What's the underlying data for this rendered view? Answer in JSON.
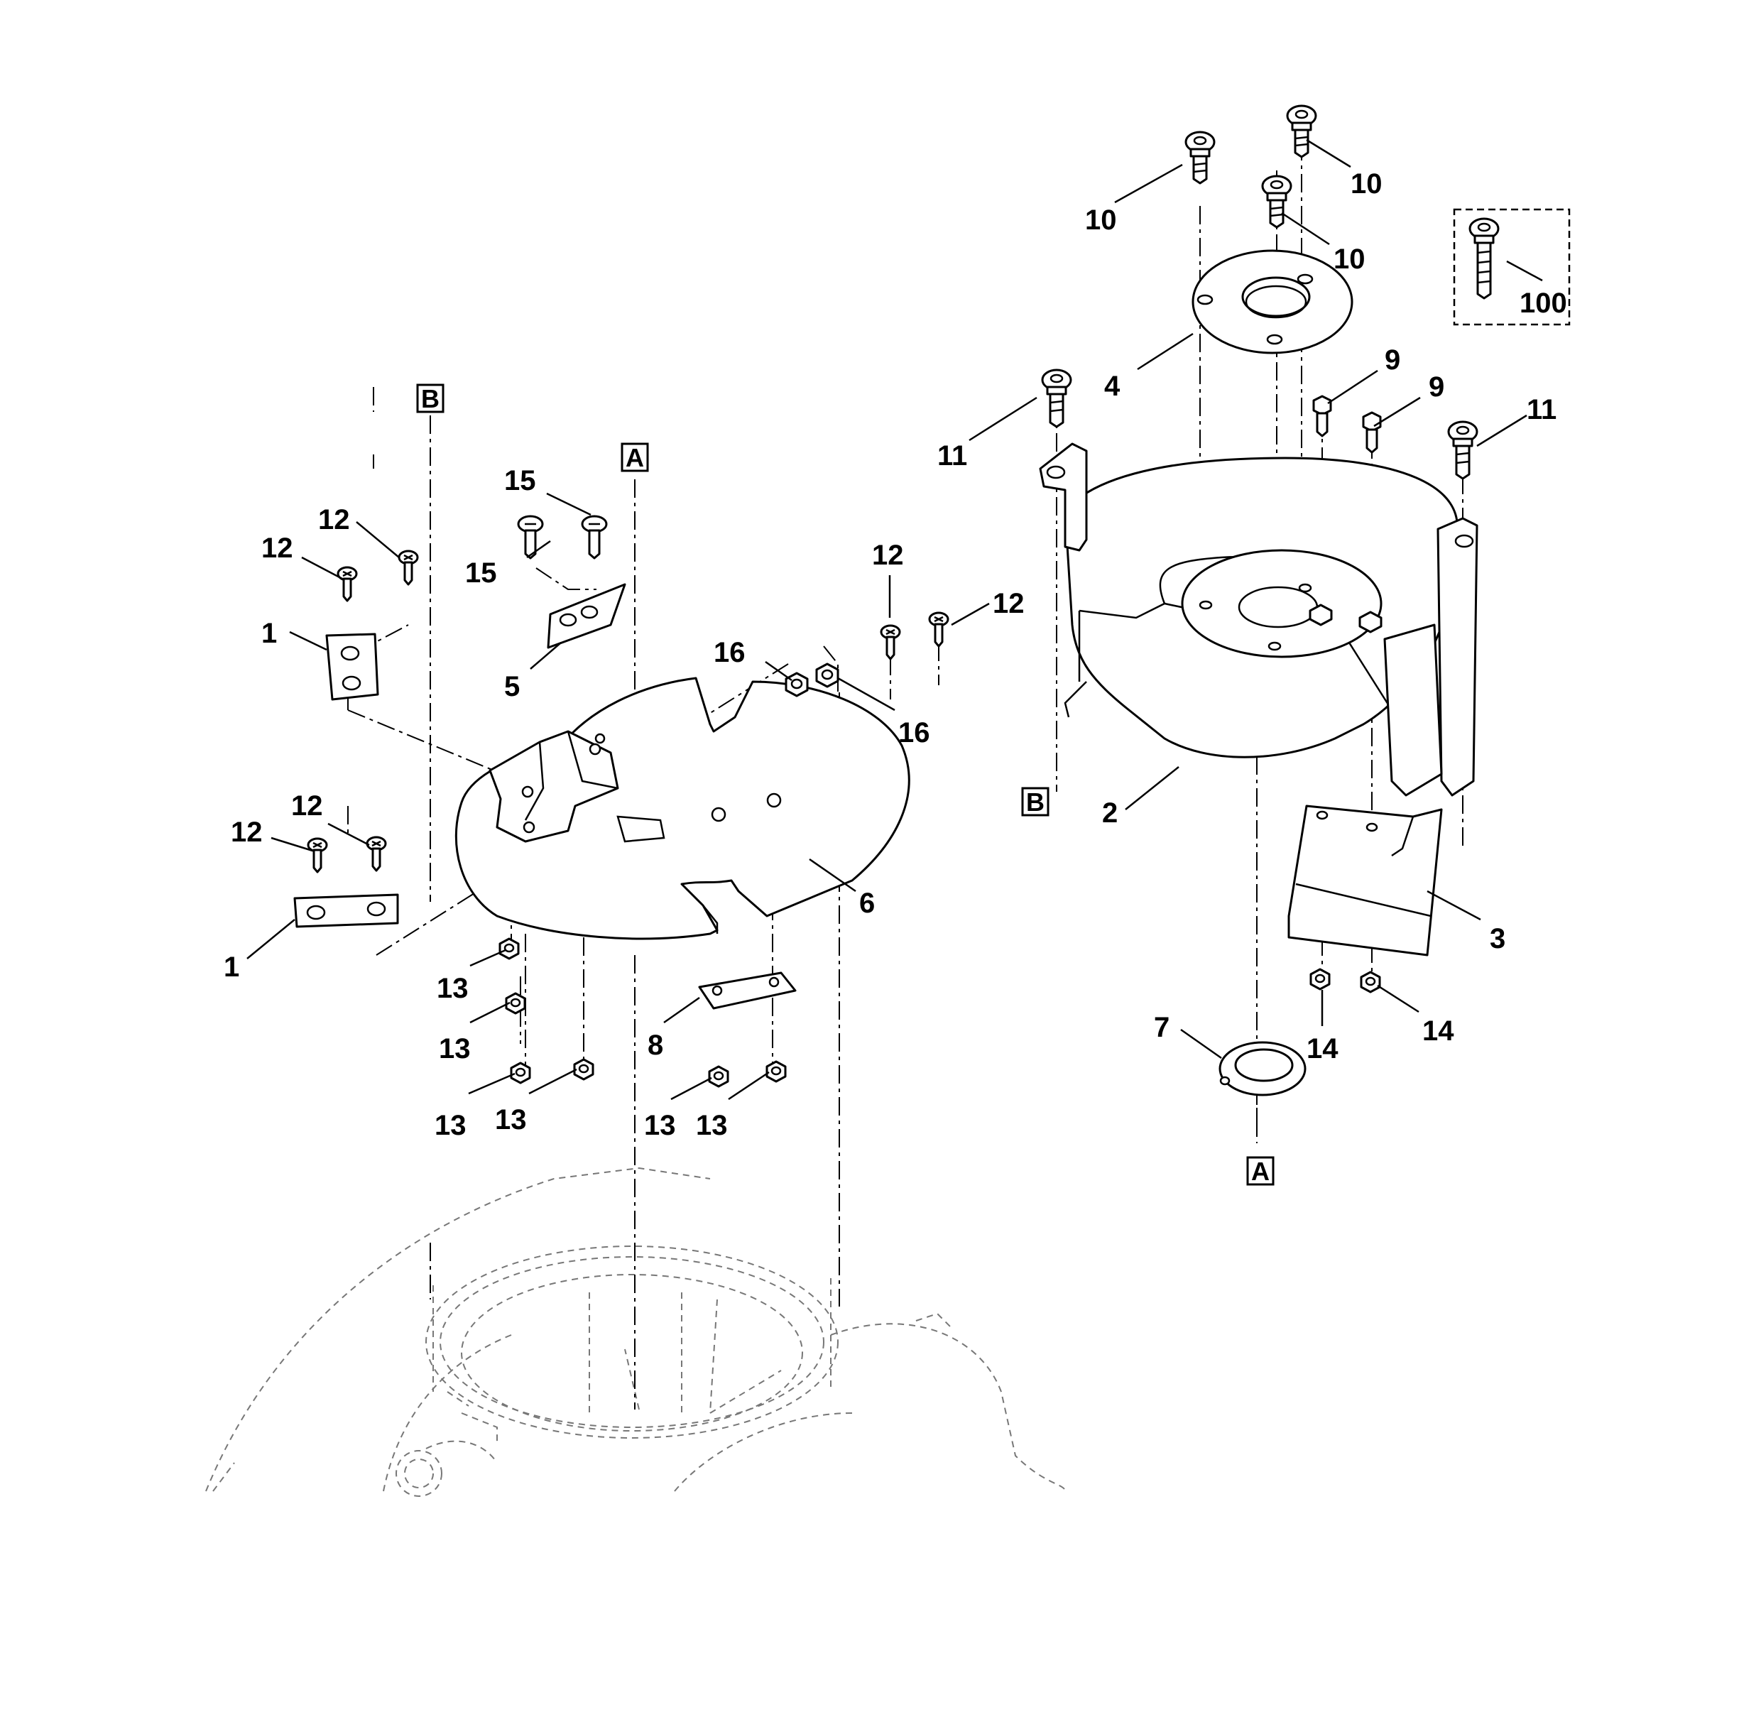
{
  "callouts": [
    {
      "text": "1"
    },
    {
      "text": "1"
    },
    {
      "text": "2"
    },
    {
      "text": "3"
    },
    {
      "text": "4"
    },
    {
      "text": "5"
    },
    {
      "text": "6"
    },
    {
      "text": "7"
    },
    {
      "text": "8"
    },
    {
      "text": "9"
    },
    {
      "text": "9"
    },
    {
      "text": "10"
    },
    {
      "text": "10"
    },
    {
      "text": "10"
    },
    {
      "text": "11"
    },
    {
      "text": "11"
    },
    {
      "text": "12"
    },
    {
      "text": "12"
    },
    {
      "text": "12"
    },
    {
      "text": "12"
    },
    {
      "text": "12"
    },
    {
      "text": "12"
    },
    {
      "text": "13"
    },
    {
      "text": "13"
    },
    {
      "text": "13"
    },
    {
      "text": "13"
    },
    {
      "text": "13"
    },
    {
      "text": "13"
    },
    {
      "text": "14"
    },
    {
      "text": "14"
    },
    {
      "text": "15"
    },
    {
      "text": "15"
    },
    {
      "text": "16"
    },
    {
      "text": "16"
    },
    {
      "text": "100"
    }
  ],
  "references": [
    {
      "text": "B"
    },
    {
      "text": "A"
    },
    {
      "text": "B"
    },
    {
      "text": "A"
    }
  ]
}
